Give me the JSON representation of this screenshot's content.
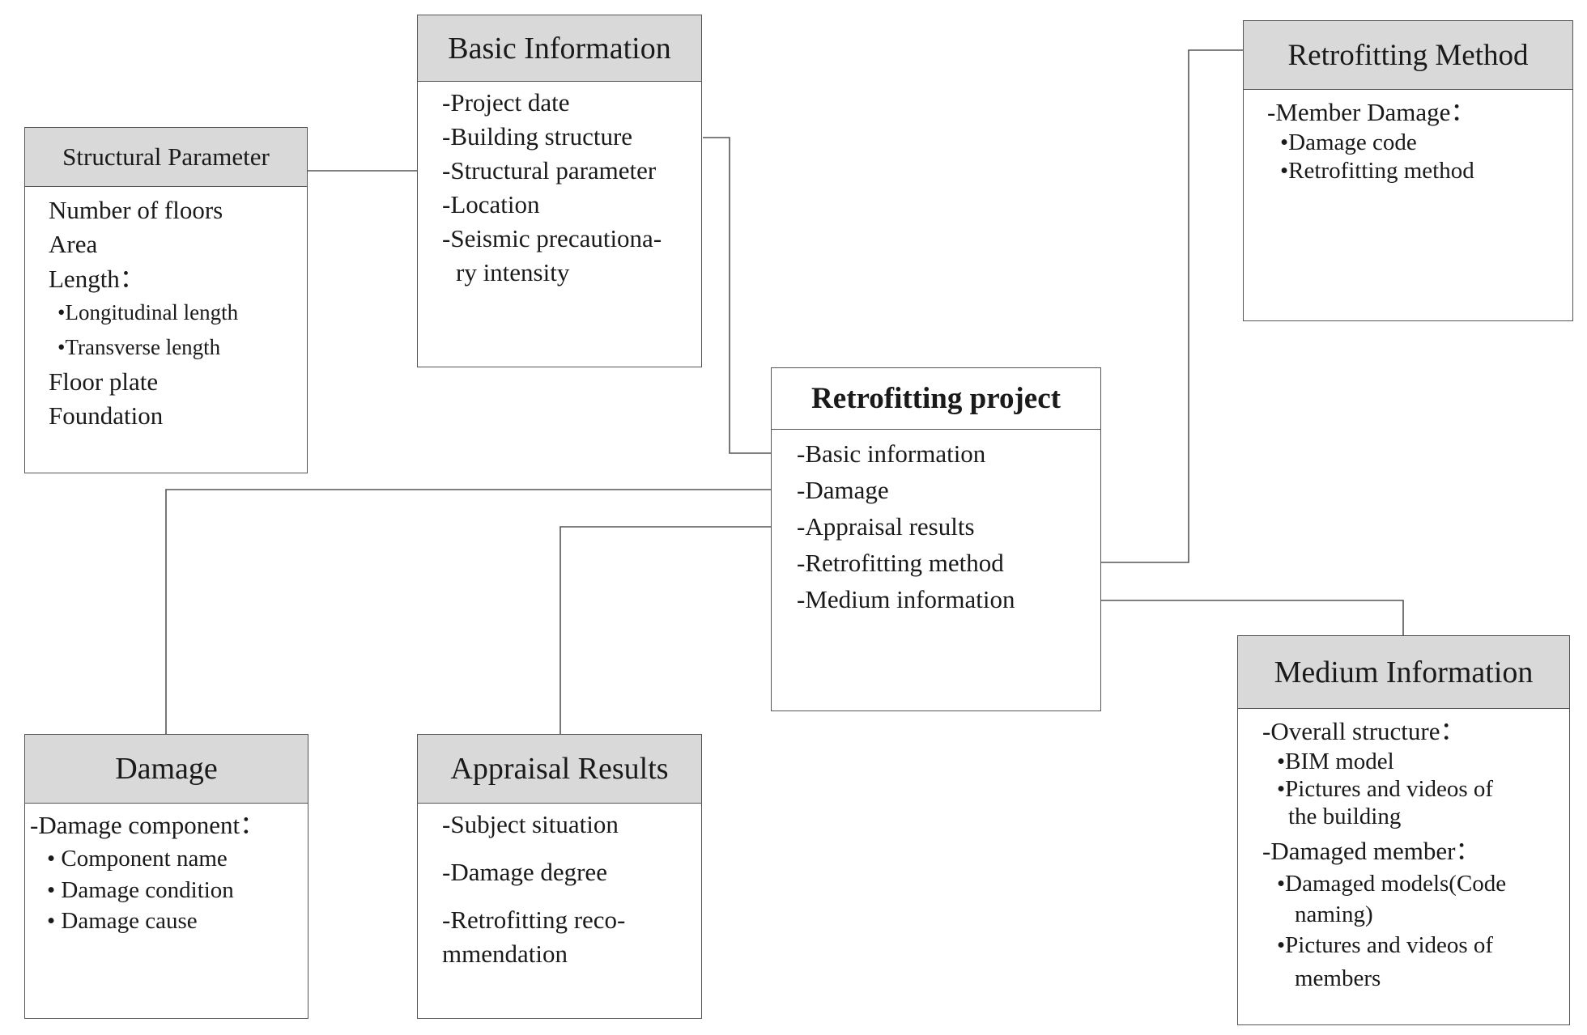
{
  "structural_parameter": {
    "title": "Structural Parameter",
    "items": [
      "Number of floors",
      "Area",
      "Length：",
      "•Longitudinal length",
      "•Transverse length",
      "Floor plate",
      "Foundation"
    ]
  },
  "basic_information": {
    "title": "Basic Information",
    "items": [
      "-Project date",
      "-Building structure",
      "-Structural parameter",
      "-Location",
      "-Seismic precautiona-",
      "ry intensity"
    ]
  },
  "retrofitting_method": {
    "title": "Retrofitting Method",
    "items": [
      "-Member Damage：",
      "•Damage code",
      "•Retrofitting method"
    ]
  },
  "retrofitting_project": {
    "title": "Retrofitting project",
    "items": [
      "-Basic information",
      "-Damage",
      "-Appraisal results",
      "-Retrofitting method",
      "-Medium information"
    ]
  },
  "damage": {
    "title": "Damage",
    "items": [
      "-Damage component：",
      "• Component name",
      "• Damage condition",
      "• Damage cause"
    ]
  },
  "appraisal_results": {
    "title": "Appraisal Results",
    "items": [
      "-Subject situation",
      "-Damage degree",
      "-Retrofitting reco-",
      "mmendation"
    ]
  },
  "medium_information": {
    "title": "Medium Information",
    "items": [
      "-Overall structure：",
      "•BIM model",
      "•Pictures and videos of",
      "the building",
      "-Damaged member：",
      "•Damaged models(Code",
      "naming)",
      "•Pictures and videos of",
      "members"
    ]
  }
}
